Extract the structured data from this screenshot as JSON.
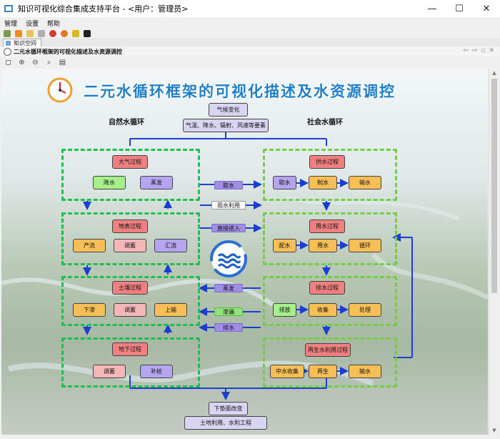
{
  "window": {
    "title": "知识可视化综合集成支持平台 - <用户：管理员>",
    "minimize": "—",
    "maximize": "☐",
    "close": "✕"
  },
  "menu": [
    "管理",
    "设置",
    "帮助"
  ],
  "toolbar_icons": [
    "folder-icon",
    "rss-icon",
    "open-icon",
    "book-icon",
    "record-icon",
    "user-icon",
    "star-icon",
    "video-icon"
  ],
  "tab": {
    "label": "知识空间"
  },
  "path": {
    "label": "二元水循环框架的可视化描述及水资源调控"
  },
  "diagram": {
    "title": "二元水循环框架的可视化描述及水资源调控",
    "nature_label": "自然水循环",
    "social_label": "社会水循环",
    "climate": {
      "title": "气候变化",
      "factors": "气温、降水、辐射、风速等要素"
    },
    "nature": {
      "atmos": {
        "title": "大气过程",
        "items": [
          "降水",
          "蒸发"
        ]
      },
      "surface": {
        "title": "地表过程",
        "items": [
          "产流",
          "调蓄",
          "汇流"
        ]
      },
      "soil": {
        "title": "土壤过程",
        "items": [
          "下渗",
          "调蓄",
          "上输"
        ]
      },
      "ground": {
        "title": "地下过程",
        "items": [
          "调蓄",
          "补给"
        ]
      }
    },
    "social": {
      "supply": {
        "title": "供水过程",
        "items": [
          "取水",
          "制水",
          "输水"
        ]
      },
      "use": {
        "title": "用水过程",
        "items": [
          "配水",
          "用水",
          "循环"
        ]
      },
      "drain": {
        "title": "排水过程",
        "items": [
          "排放",
          "收集",
          "处理"
        ]
      },
      "reuse": {
        "title": "再生水利用过程",
        "items": [
          "中水收集",
          "再生",
          "输水"
        ]
      }
    },
    "flows": {
      "intake": "取水",
      "rain_use": "雨水利用",
      "direct_in": "直接进入",
      "evap": "蒸发",
      "seep": "渗漏",
      "discharge": "排水"
    },
    "underlying": {
      "title": "下垫面改变",
      "factors": "土地利用、水利工程"
    }
  },
  "colors": {
    "nature_border": "#1fbf4f",
    "social_border": "#6fcf45",
    "arrow": "#1a3fcf",
    "title": "#1f7fc8"
  }
}
